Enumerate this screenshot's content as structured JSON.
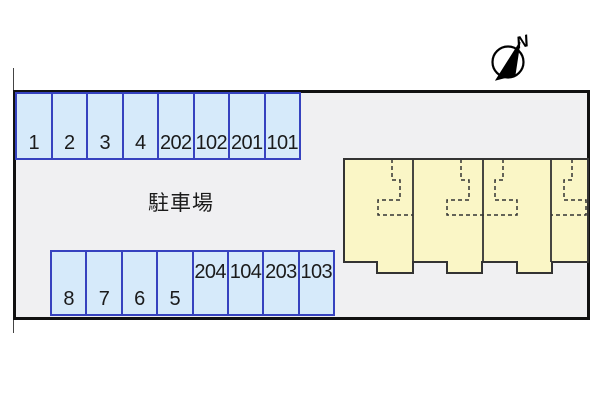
{
  "compass": {
    "label": "N"
  },
  "area": {
    "label": "駐車場"
  },
  "parking": {
    "top_row": [
      "1",
      "2",
      "3",
      "4",
      "202",
      "102",
      "201",
      "101"
    ],
    "bottom_row": [
      "8",
      "7",
      "6",
      "5",
      "204",
      "104",
      "203",
      "103"
    ]
  },
  "building": {
    "unit_count": 4
  },
  "colors": {
    "parking_fill": "#d6eafa",
    "parking_border": "#3642bf",
    "building_fill": "#faf6c6",
    "building_border": "#333333",
    "site_fill": "#f0f0f2",
    "boundary_line": "#111111"
  }
}
